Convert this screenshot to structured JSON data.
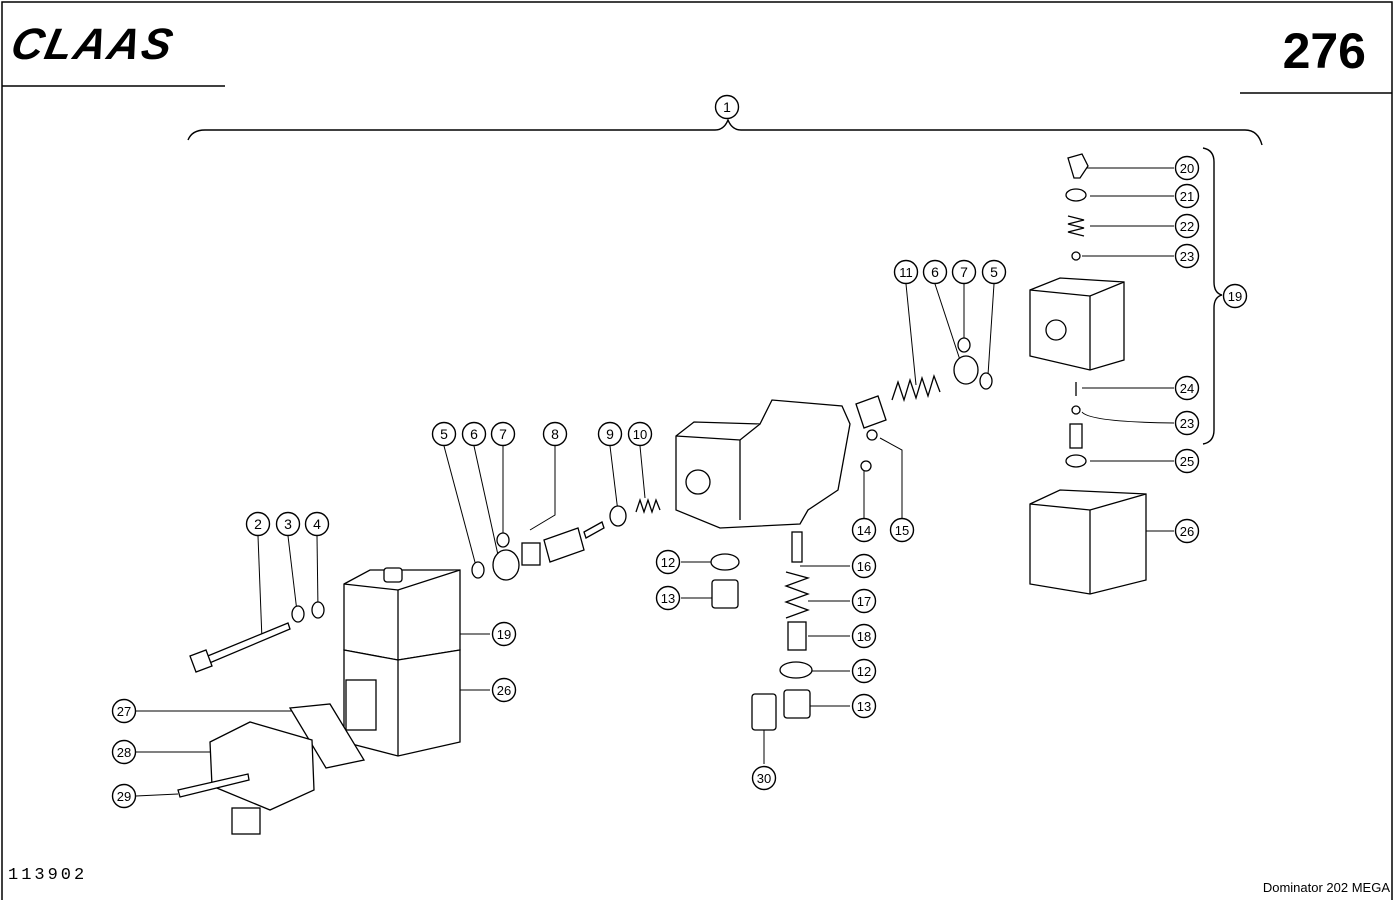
{
  "header": {
    "brand": "CLAAS",
    "page_number": "276"
  },
  "footer": {
    "drawing_id": "113902",
    "model": "Dominator  202 MEGA"
  },
  "callouts": [
    {
      "label": "1"
    },
    {
      "label": "2"
    },
    {
      "label": "3"
    },
    {
      "label": "4"
    },
    {
      "label": "5"
    },
    {
      "label": "6"
    },
    {
      "label": "7"
    },
    {
      "label": "8"
    },
    {
      "label": "9"
    },
    {
      "label": "10"
    },
    {
      "label": "11"
    },
    {
      "label": "6"
    },
    {
      "label": "7"
    },
    {
      "label": "5"
    },
    {
      "label": "12"
    },
    {
      "label": "13"
    },
    {
      "label": "14"
    },
    {
      "label": "15"
    },
    {
      "label": "16"
    },
    {
      "label": "17"
    },
    {
      "label": "18"
    },
    {
      "label": "12"
    },
    {
      "label": "13"
    },
    {
      "label": "19"
    },
    {
      "label": "26"
    },
    {
      "label": "27"
    },
    {
      "label": "28"
    },
    {
      "label": "29"
    },
    {
      "label": "30"
    },
    {
      "label": "20"
    },
    {
      "label": "21"
    },
    {
      "label": "22"
    },
    {
      "label": "23"
    },
    {
      "label": "19"
    },
    {
      "label": "24"
    },
    {
      "label": "23"
    },
    {
      "label": "25"
    },
    {
      "label": "26"
    }
  ]
}
